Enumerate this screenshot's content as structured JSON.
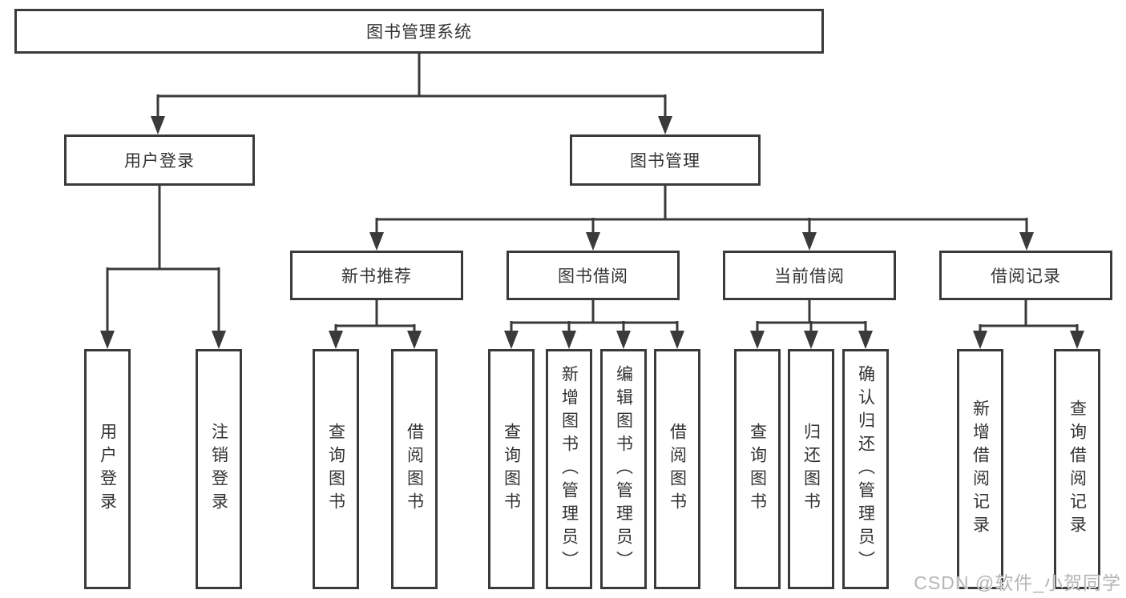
{
  "diagram": {
    "root": {
      "label": "图书管理系统"
    },
    "user_login": {
      "label": "用户登录",
      "children": [
        "用户登录",
        "注销登录"
      ]
    },
    "book_mgmt": {
      "label": "图书管理"
    },
    "new_books": {
      "label": "新书推荐",
      "children": [
        "查询图书",
        "借阅图书"
      ]
    },
    "book_borrow": {
      "label": "图书借阅",
      "children": [
        "查询图书",
        "新增图书（管理员）",
        "编辑图书（管理员）",
        "借阅图书"
      ]
    },
    "current_borrow": {
      "label": "当前借阅",
      "children": [
        "查询图书",
        "归还图书",
        "确认归还（管理员）"
      ]
    },
    "borrow_records": {
      "label": "借阅记录",
      "children": [
        "新增借阅记录",
        "查询借阅记录"
      ]
    }
  },
  "watermark": {
    "text": "CSDN @软件_小贺同学"
  },
  "colors": {
    "line": "#3a3a3a",
    "box_border": "#3a3a3a",
    "text": "#333333",
    "watermark": "#b5b5b5",
    "background": "#ffffff"
  }
}
